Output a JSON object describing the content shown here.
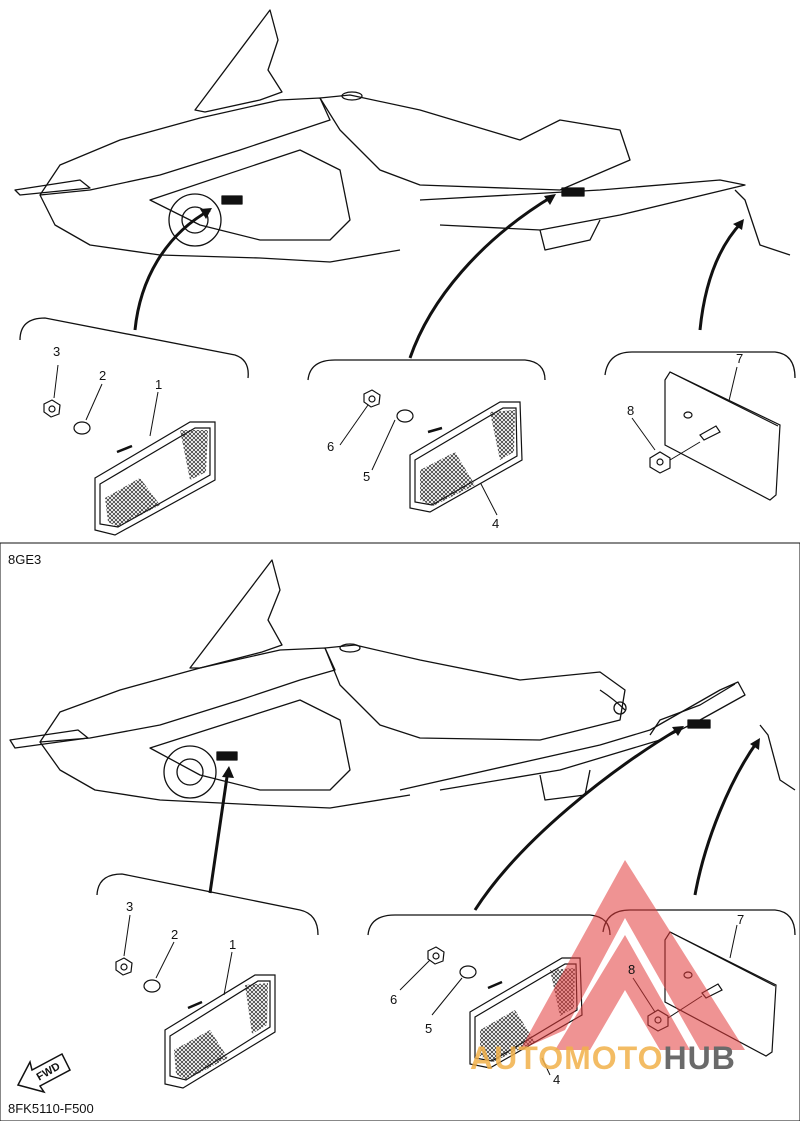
{
  "diagram": {
    "variant_label": "8GE3",
    "drawing_code": "8FK5110-F500",
    "fwd_label": "FWD",
    "top_callouts": {
      "c1": "1",
      "c2": "2",
      "c3": "3",
      "c4": "4",
      "c5": "5",
      "c6": "6",
      "c7": "7",
      "c8": "8"
    },
    "bottom_callouts": {
      "c1": "1",
      "c2": "2",
      "c3": "3",
      "c4": "4",
      "c5": "5",
      "c6": "6",
      "c7": "7",
      "c8": "8"
    }
  },
  "watermark": {
    "part1": "AUTOMOTO",
    "part2": "HUB",
    "color_accent": "#f2b14a",
    "color_logo": "#e23b3b"
  },
  "colors": {
    "line": "#111111",
    "background": "#ffffff"
  }
}
